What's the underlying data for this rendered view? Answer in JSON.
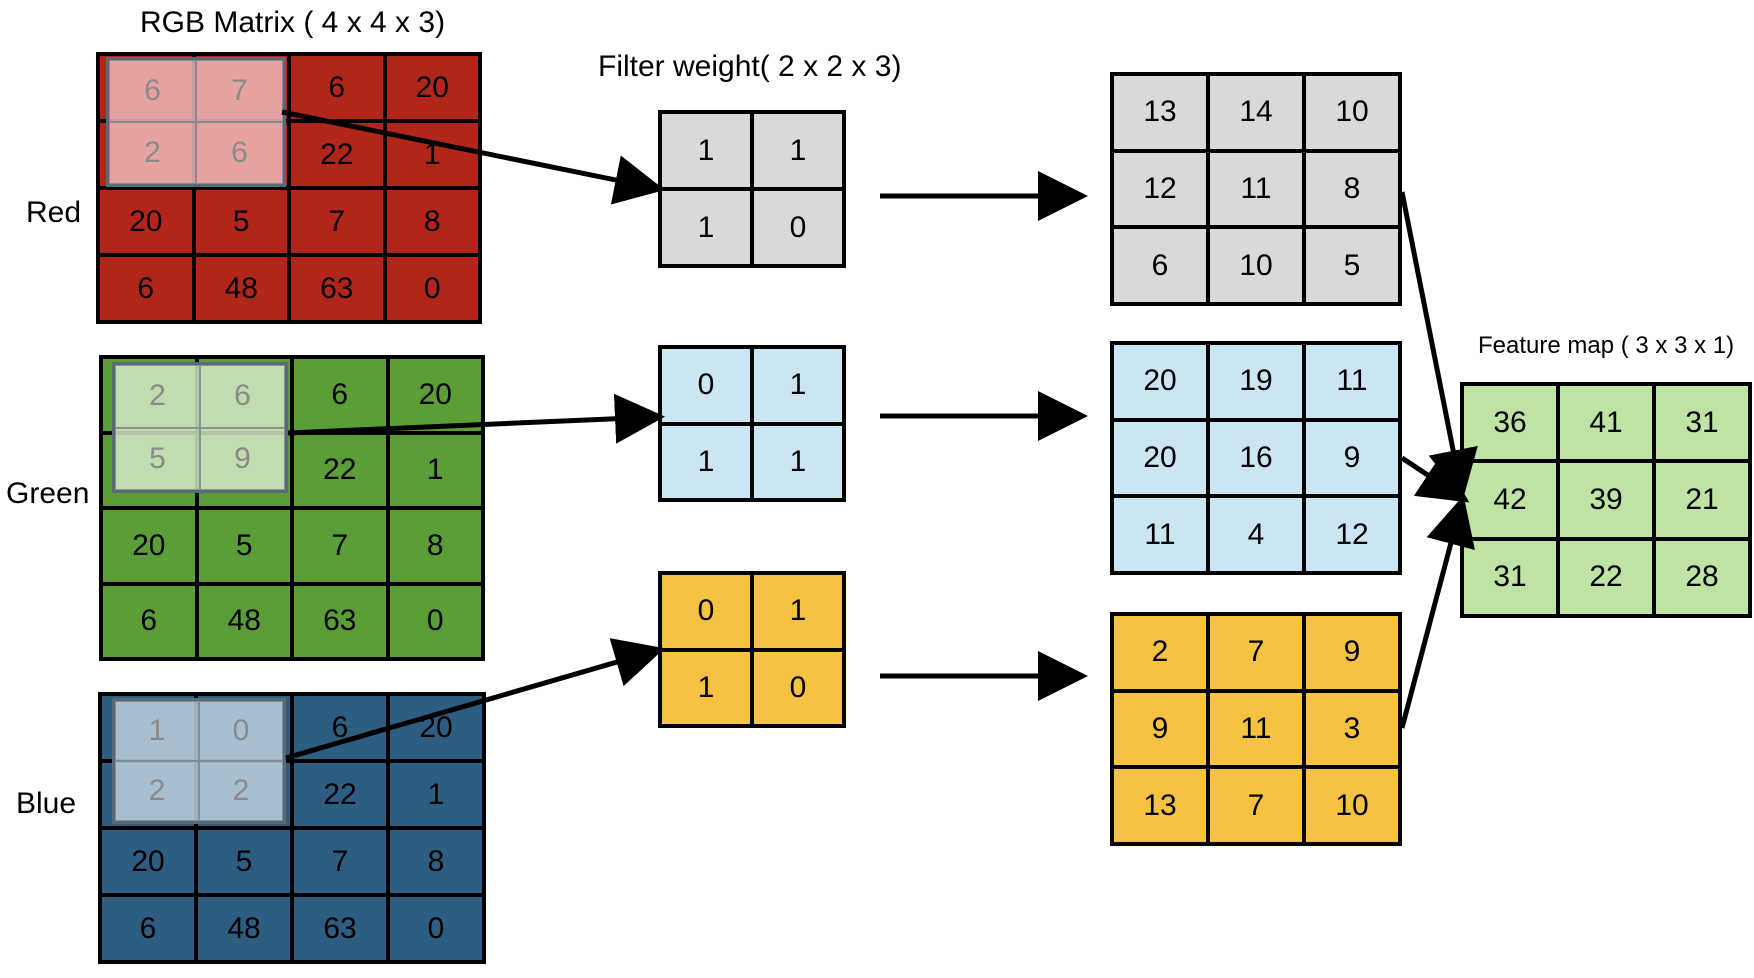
{
  "titles": {
    "rgb": "RGB Matrix ( 4 x 4 x 3)",
    "filter": "Filter weight( 2 x 2 x 3)",
    "feature": "Feature map ( 3 x 3 x 1)"
  },
  "channels": {
    "red": "Red",
    "green": "Green",
    "blue": "Blue"
  },
  "input": {
    "red": [
      "6",
      "7",
      "6",
      "20",
      "2",
      "6",
      "22",
      "1",
      "20",
      "5",
      "7",
      "8",
      "6",
      "48",
      "63",
      "0"
    ],
    "green": [
      "2",
      "6",
      "6",
      "20",
      "5",
      "9",
      "22",
      "1",
      "20",
      "5",
      "7",
      "8",
      "6",
      "48",
      "63",
      "0"
    ],
    "blue": [
      "1",
      "0",
      "6",
      "20",
      "2",
      "2",
      "22",
      "1",
      "20",
      "5",
      "7",
      "8",
      "6",
      "48",
      "63",
      "0"
    ]
  },
  "filters": {
    "red": [
      "1",
      "1",
      "1",
      "0"
    ],
    "green": [
      "0",
      "1",
      "1",
      "1"
    ],
    "blue": [
      "0",
      "1",
      "1",
      "0"
    ]
  },
  "outputs": {
    "red": [
      "13",
      "14",
      "10",
      "12",
      "11",
      "8",
      "6",
      "10",
      "5"
    ],
    "green": [
      "20",
      "19",
      "11",
      "20",
      "16",
      "9",
      "11",
      "4",
      "12"
    ],
    "blue": [
      "2",
      "7",
      "9",
      "9",
      "11",
      "3",
      "13",
      "7",
      "10"
    ]
  },
  "feature_map": [
    "36",
    "41",
    "31",
    "42",
    "39",
    "21",
    "31",
    "22",
    "28"
  ],
  "colors": {
    "red": "#b2251b",
    "green": "#5b9e38",
    "blue": "#2d5d80",
    "filter_red": "#d9d9d9",
    "filter_green": "#cbe5f3",
    "filter_blue": "#f5c242",
    "feature": "#bfe3a3"
  }
}
